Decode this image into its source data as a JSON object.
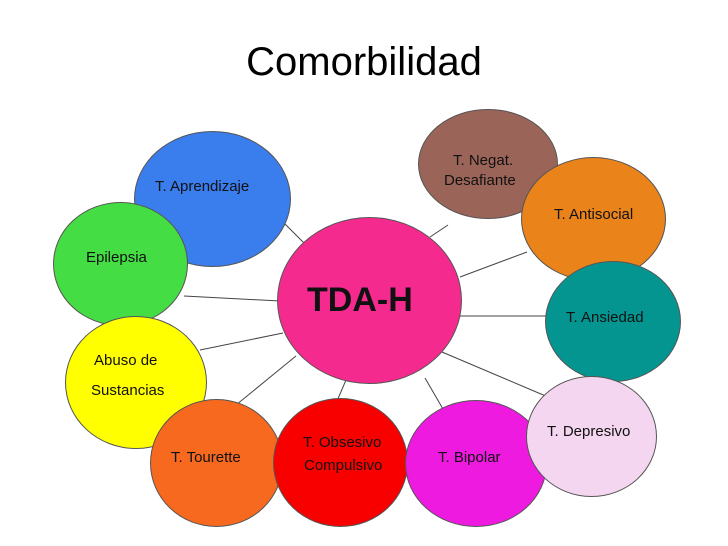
{
  "title": "Comorbilidad",
  "center": {
    "label": "TDA-H",
    "color": "#f52a8e"
  },
  "nodes": [
    {
      "id": "aprendizaje",
      "lines": [
        "T. Aprendizaje"
      ],
      "color": "#3a7ded"
    },
    {
      "id": "negat",
      "lines": [
        "T. Negat.",
        "Desafiante"
      ],
      "color": "#9b6458"
    },
    {
      "id": "antisocial",
      "lines": [
        "T. Antisocial"
      ],
      "color": "#e9831a"
    },
    {
      "id": "epilepsia",
      "lines": [
        "Epilepsia"
      ],
      "color": "#44dd44"
    },
    {
      "id": "ansiedad",
      "lines": [
        "T. Ansiedad"
      ],
      "color": "#059591"
    },
    {
      "id": "abuso",
      "lines": [
        "Abuso de",
        "Sustancias"
      ],
      "color": "#ffff00"
    },
    {
      "id": "depresivo",
      "lines": [
        "T. Depresivo"
      ],
      "color": "#f5d6f0"
    },
    {
      "id": "tourette",
      "lines": [
        "T. Tourette"
      ],
      "color": "#f7691e"
    },
    {
      "id": "obsesivo",
      "lines": [
        "T. Obsesivo",
        "Compulsivo"
      ],
      "color": "#f80000"
    },
    {
      "id": "bipolar",
      "lines": [
        "T. Bipolar"
      ],
      "color": "#ee1ae0"
    }
  ]
}
